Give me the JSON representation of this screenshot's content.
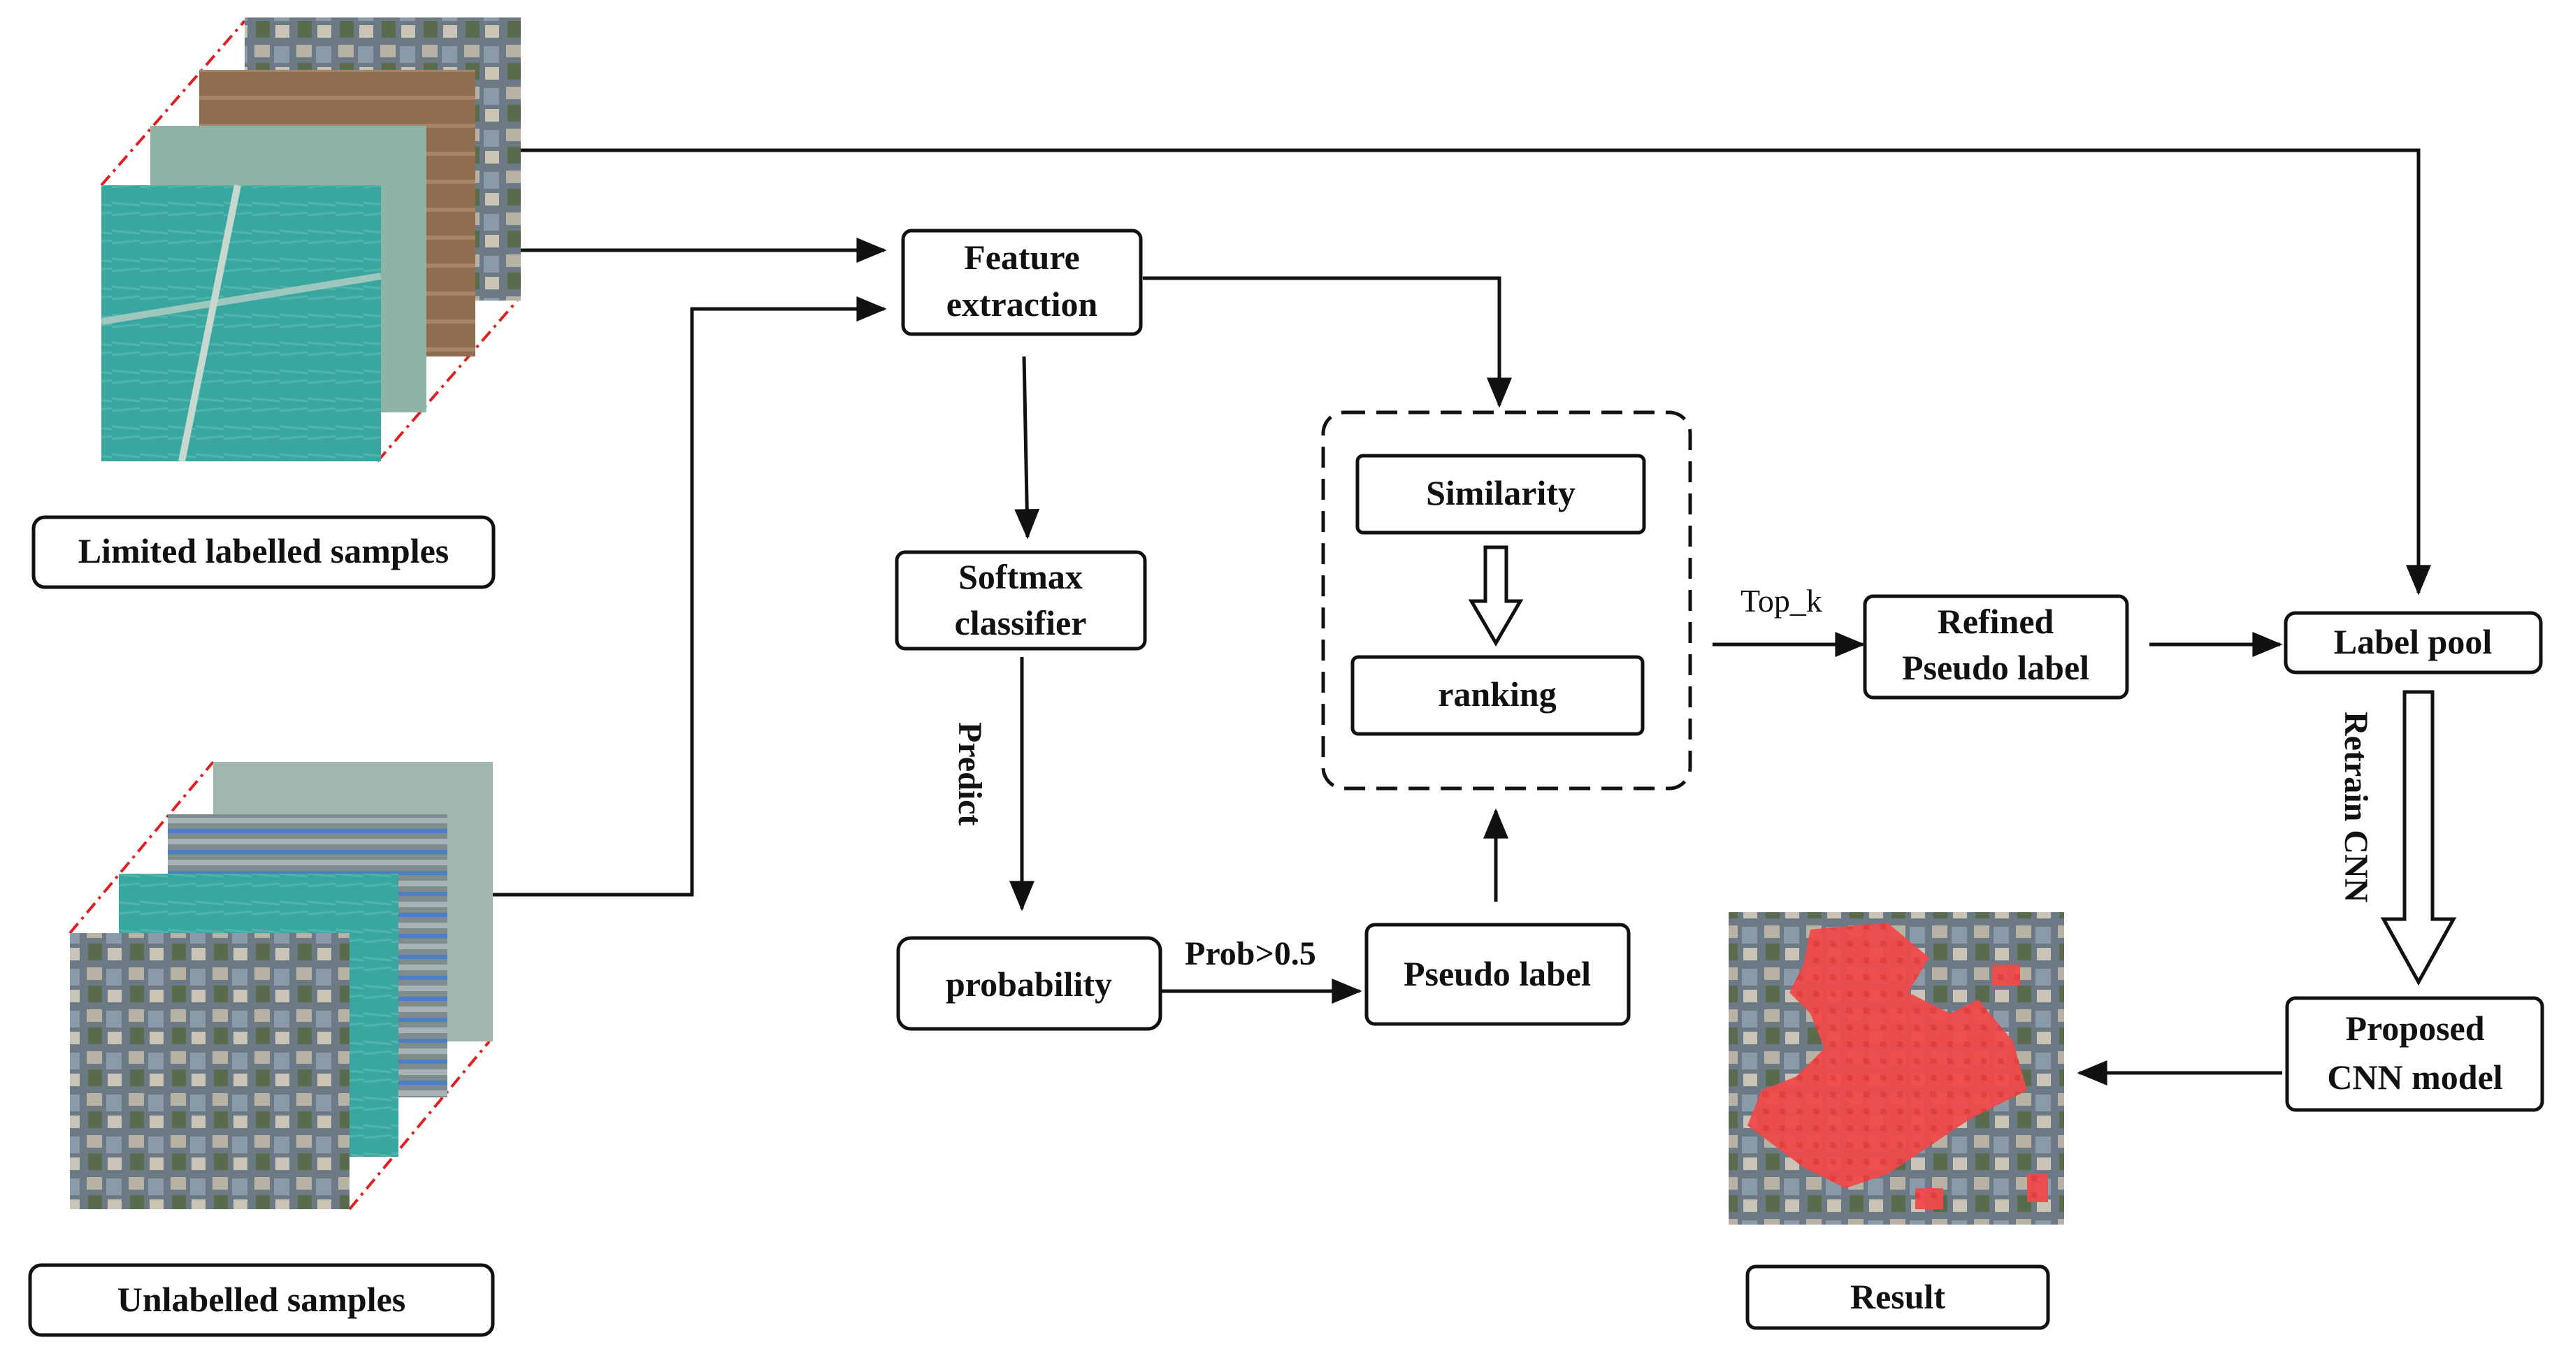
{
  "nodes": {
    "limited_labelled_samples": "Limited labelled samples",
    "unlabelled_samples": "Unlabelled samples",
    "feature_extraction": [
      "Feature",
      "extraction"
    ],
    "softmax_classifier": [
      "Softmax",
      "classifier"
    ],
    "probability": "probability",
    "pseudo_label": "Pseudo label",
    "similarity": "Similarity",
    "ranking": "ranking",
    "refined_pseudo_label": [
      "Refined",
      "Pseudo label"
    ],
    "label_pool": "Label pool",
    "proposed_cnn_model": [
      "Proposed",
      "CNN model"
    ],
    "result": "Result"
  },
  "edge_labels": {
    "predict": "Predict",
    "prob_threshold": "Prob>0.5",
    "top_k": "Top_k",
    "retrain_cnn": "Retrain CNN"
  },
  "colors": {
    "line": "#111111",
    "image_border_dash": "#e02020",
    "result_overlay": "#f04a4a"
  }
}
